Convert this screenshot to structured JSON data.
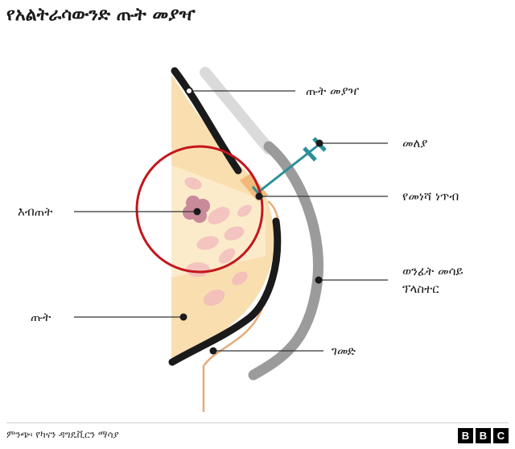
{
  "title": "የአልትራሳውንድ ጡት መያዣ",
  "labels": {
    "breast_holder": "ጡት መያዣ",
    "separator": "መለያ",
    "target_point": "የመነሻ ነጥብ",
    "lump": "እብጠት",
    "clear_plastic": "ወንፊት መሳይ",
    "clear_plastic_line2": "ፕላስተር",
    "breast": "ጡት",
    "strap": "ገመድ"
  },
  "footer": {
    "source": "ምንጭ፡ የካናን ዳግዴቪርን ማሳያ",
    "logo_letters": [
      "B",
      "B",
      "C"
    ]
  },
  "colors": {
    "skin": "#f9deb0",
    "fill_light": "#fdeed2",
    "pink": "#f2b8bd",
    "lump": "#c98a9a",
    "black_cup": "#1a1a1a",
    "grey_shield": "#9b9b9b",
    "light_grey": "#dadada",
    "teal": "#2a8f99",
    "orange": "#f1b979",
    "red_circle": "#c4161c",
    "strap": "#e5ac7d"
  }
}
